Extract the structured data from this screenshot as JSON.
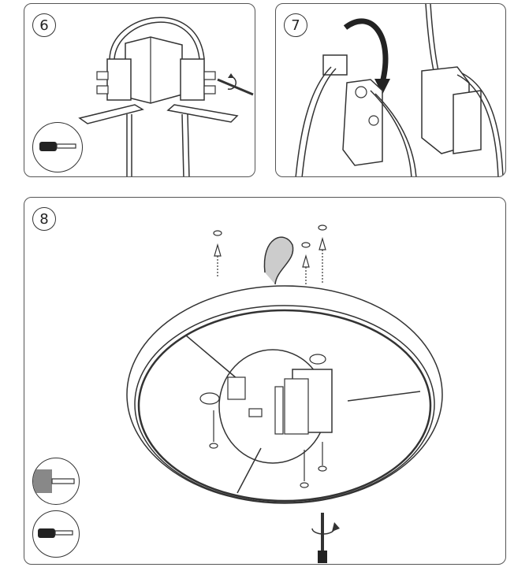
{
  "steps": [
    {
      "number": "6",
      "tool_icon": "screwdriver-icon"
    },
    {
      "number": "7"
    },
    {
      "number": "8",
      "tool_icons": [
        "drill-icon",
        "screwdriver-icon"
      ]
    }
  ],
  "colors": {
    "line": "#333333",
    "fill_light": "#f0f0f0",
    "fill_dark": "#222222"
  }
}
